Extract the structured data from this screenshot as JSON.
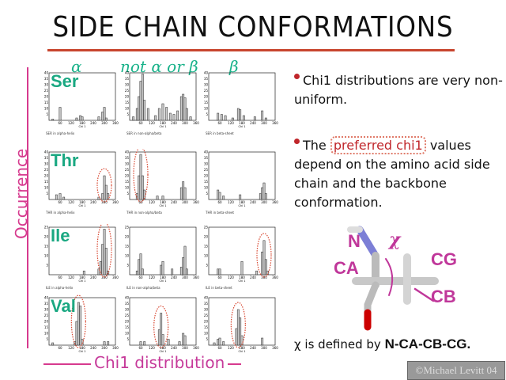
{
  "title": "SIDE CHAIN CONFORMATIONS",
  "columns": [
    "α",
    "not α or β",
    "β"
  ],
  "y_axis_label": "Occurrence",
  "x_axis_label": "Chi1 distribution",
  "x_ticks": [
    "60",
    "120",
    "180",
    "240",
    "300",
    "360"
  ],
  "x_tick_label": "Chi 1",
  "rows": [
    {
      "residue": "Ser",
      "ymax": 40,
      "panels": [
        {
          "caption": "SER in alpha-helix",
          "bars": [
            [
              20,
              1
            ],
            [
              60,
              11
            ],
            [
              150,
              2
            ],
            [
              170,
              4
            ],
            [
              180,
              3
            ],
            [
              270,
              3
            ],
            [
              290,
              7
            ],
            [
              300,
              11
            ],
            [
              310,
              2
            ]
          ],
          "highlight": false
        },
        {
          "caption": "SER in non-alpha/beta",
          "bars": [
            [
              20,
              3
            ],
            [
              40,
              10
            ],
            [
              50,
              20
            ],
            [
              60,
              33
            ],
            [
              70,
              39
            ],
            [
              80,
              17
            ],
            [
              100,
              10
            ],
            [
              140,
              4
            ],
            [
              160,
              10
            ],
            [
              180,
              14
            ],
            [
              200,
              11
            ],
            [
              220,
              6
            ],
            [
              240,
              5
            ],
            [
              260,
              8
            ],
            [
              280,
              20
            ],
            [
              290,
              22
            ],
            [
              300,
              19
            ],
            [
              310,
              10
            ],
            [
              330,
              3
            ]
          ],
          "highlight": false
        },
        {
          "caption": "SER in beta-sheet",
          "bars": [
            [
              50,
              6
            ],
            [
              70,
              5
            ],
            [
              90,
              4
            ],
            [
              130,
              2
            ],
            [
              160,
              10
            ],
            [
              170,
              9
            ],
            [
              190,
              4
            ],
            [
              250,
              3
            ],
            [
              290,
              8
            ],
            [
              310,
              2
            ]
          ],
          "highlight": false
        }
      ]
    },
    {
      "residue": "Thr",
      "ymax": 40,
      "panels": [
        {
          "caption": "THR in alpha-helix",
          "bars": [
            [
              40,
              4
            ],
            [
              60,
              5
            ],
            [
              80,
              2
            ],
            [
              270,
              2
            ],
            [
              290,
              5
            ],
            [
              300,
              20
            ],
            [
              310,
              12
            ],
            [
              320,
              5
            ]
          ],
          "highlight": true
        },
        {
          "caption": "THR in non-alpha/beta",
          "bars": [
            [
              40,
              5
            ],
            [
              50,
              20
            ],
            [
              60,
              38
            ],
            [
              70,
              20
            ],
            [
              80,
              8
            ],
            [
              150,
              3
            ],
            [
              180,
              3
            ],
            [
              280,
              10
            ],
            [
              290,
              15
            ],
            [
              300,
              10
            ]
          ],
          "highlight": true
        },
        {
          "caption": "THR in beta-sheet",
          "bars": [
            [
              50,
              8
            ],
            [
              60,
              6
            ],
            [
              80,
              3
            ],
            [
              170,
              4
            ],
            [
              280,
              5
            ],
            [
              290,
              10
            ],
            [
              300,
              14
            ],
            [
              310,
              5
            ]
          ],
          "highlight": false
        }
      ]
    },
    {
      "residue": "Ile",
      "ymax": 25,
      "panels": [
        {
          "caption": "ILE in alpha-helix",
          "bars": [
            [
              190,
              2
            ],
            [
              270,
              3
            ],
            [
              280,
              7
            ],
            [
              290,
              16
            ],
            [
              300,
              24
            ],
            [
              310,
              14
            ],
            [
              320,
              2
            ]
          ],
          "highlight": true
        },
        {
          "caption": "ILE in non-alpha/beta",
          "bars": [
            [
              40,
              2
            ],
            [
              50,
              8
            ],
            [
              60,
              11
            ],
            [
              70,
              3
            ],
            [
              170,
              5
            ],
            [
              180,
              7
            ],
            [
              230,
              3
            ],
            [
              280,
              4
            ],
            [
              290,
              9
            ],
            [
              300,
              15
            ],
            [
              310,
              3
            ]
          ],
          "highlight": false
        },
        {
          "caption": "ILE in beta-sheet",
          "bars": [
            [
              50,
              3
            ],
            [
              60,
              3
            ],
            [
              180,
              7
            ],
            [
              260,
              2
            ],
            [
              290,
              12
            ],
            [
              300,
              18
            ],
            [
              310,
              8
            ],
            [
              320,
              2
            ]
          ],
          "highlight": true
        }
      ]
    },
    {
      "residue": "Val",
      "ymax": 40,
      "panels": [
        {
          "caption": "",
          "bars": [
            [
              20,
              2
            ],
            [
              140,
              3
            ],
            [
              150,
              20
            ],
            [
              160,
              36
            ],
            [
              170,
              33
            ],
            [
              180,
              5
            ],
            [
              300,
              3
            ],
            [
              320,
              3
            ]
          ],
          "highlight": true
        },
        {
          "caption": "",
          "bars": [
            [
              60,
              3
            ],
            [
              80,
              3
            ],
            [
              160,
              13
            ],
            [
              170,
              27
            ],
            [
              180,
              9
            ],
            [
              210,
              5
            ],
            [
              270,
              3
            ],
            [
              290,
              10
            ],
            [
              300,
              8
            ]
          ],
          "highlight": true
        },
        {
          "caption": "",
          "bars": [
            [
              30,
              2
            ],
            [
              50,
              5
            ],
            [
              60,
              6
            ],
            [
              80,
              3
            ],
            [
              150,
              14
            ],
            [
              160,
              30
            ],
            [
              170,
              23
            ],
            [
              180,
              8
            ],
            [
              290,
              6
            ]
          ],
          "highlight": true
        }
      ]
    }
  ],
  "bullets": [
    {
      "text": "Chi1 distributions are very non-uniform."
    },
    {
      "pre": "The",
      "highlight": "preferred chi1",
      "post": "values depend on the amino acid side chain and the backbone conformation."
    }
  ],
  "molecule": {
    "chi": "χ",
    "N": "N",
    "CA": "CA",
    "CG": "CG",
    "CB": "CB"
  },
  "definition": {
    "pre": "χ is defined by",
    "atoms": "N-CA-CB-CG."
  },
  "watermark": "©Michael Levitt 04",
  "colors": {
    "accent": "#d63a8e",
    "residue": "#1aa882",
    "highlight": "#c0262b"
  }
}
